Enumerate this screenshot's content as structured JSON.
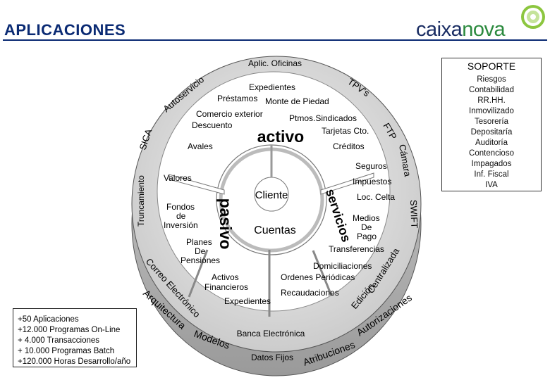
{
  "header": {
    "title": "APLICACIONES",
    "logo": {
      "part1": "caixa",
      "part2": "nova"
    }
  },
  "soporte": {
    "title": "SOPORTE",
    "items": [
      "Riesgos",
      "Contabilidad",
      "RR.HH.",
      "Inmovilizado",
      "Tesorería",
      "Depositaría",
      "Auditoría",
      "Contencioso",
      "Impagados",
      "Inf. Fiscal",
      "IVA"
    ]
  },
  "stats": [
    "+50 Aplicaciones",
    "+12.000 Programas On-Line",
    "+ 4.000 Transacciones",
    "+ 10.000 Programas Batch",
    "+120.000 Horas Desarrollo/año"
  ],
  "wheel": {
    "center": "Cliente",
    "center2": "Cuentas",
    "activo": "activo",
    "pasivo": "pasivo",
    "servicios": "servicios",
    "top_label": "Aplic. Oficinas",
    "outer_ring": [
      "Autoservicio",
      "TPV's",
      "FTP",
      "Cámara",
      "SWIFT",
      "Centralizada",
      "Correo Electrónico",
      "SICA",
      "Truncamiento"
    ],
    "outer_band": [
      "Arquitectura",
      "Modelos",
      "Atribuciones",
      "Autorizaciones",
      "Edición"
    ],
    "bottom_items": [
      "Banca Electrónica",
      "Datos Fijos"
    ],
    "activo_items": [
      "Expedientes",
      "Préstamos",
      "Monte de Piedad",
      "Comercio exterior",
      "Descuento",
      "Ptmos.Sindicados",
      "Tarjetas Cto.",
      "Avales",
      "Créditos"
    ],
    "pasivo_items": [
      "Valores",
      "Fondos de Inversión",
      "Planes De Pensiones",
      "Activos Financieros",
      "Expedientes"
    ],
    "servicios_items": [
      "Seguros",
      "Impuestos",
      "Loc. Celta",
      "Medios De Pago",
      "Transferencias",
      "Domiciliaciones",
      "Ordenes Periódicas",
      "Recaudaciones"
    ]
  },
  "colors": {
    "navy": "#0a2a73",
    "green": "#2b8a3e",
    "disc": "#d9d9d9",
    "rim": "#bdbdbd"
  }
}
